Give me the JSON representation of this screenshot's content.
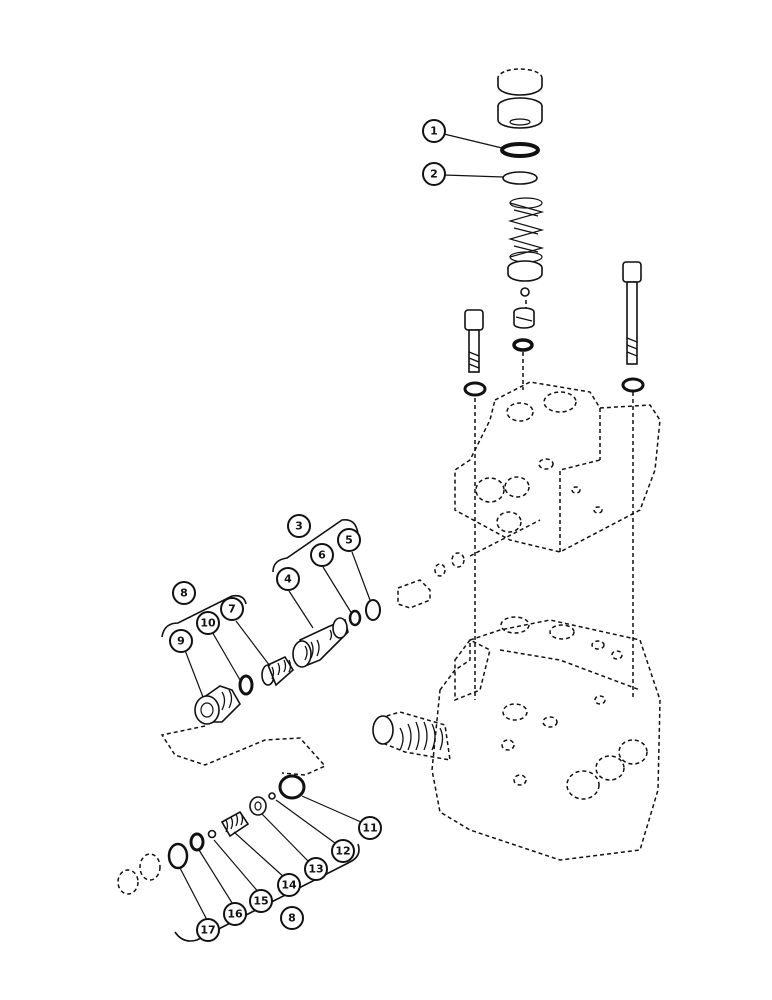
{
  "callouts": {
    "c1": "1",
    "c2": "2",
    "c3": "3",
    "c4": "4",
    "c5": "5",
    "c6": "6",
    "c7": "7",
    "c8a": "8",
    "c9": "9",
    "c10": "10",
    "c11": "11",
    "c12": "12",
    "c13": "13",
    "c14": "14",
    "c15": "15",
    "c16": "16",
    "c17": "17",
    "c8b": "8"
  }
}
